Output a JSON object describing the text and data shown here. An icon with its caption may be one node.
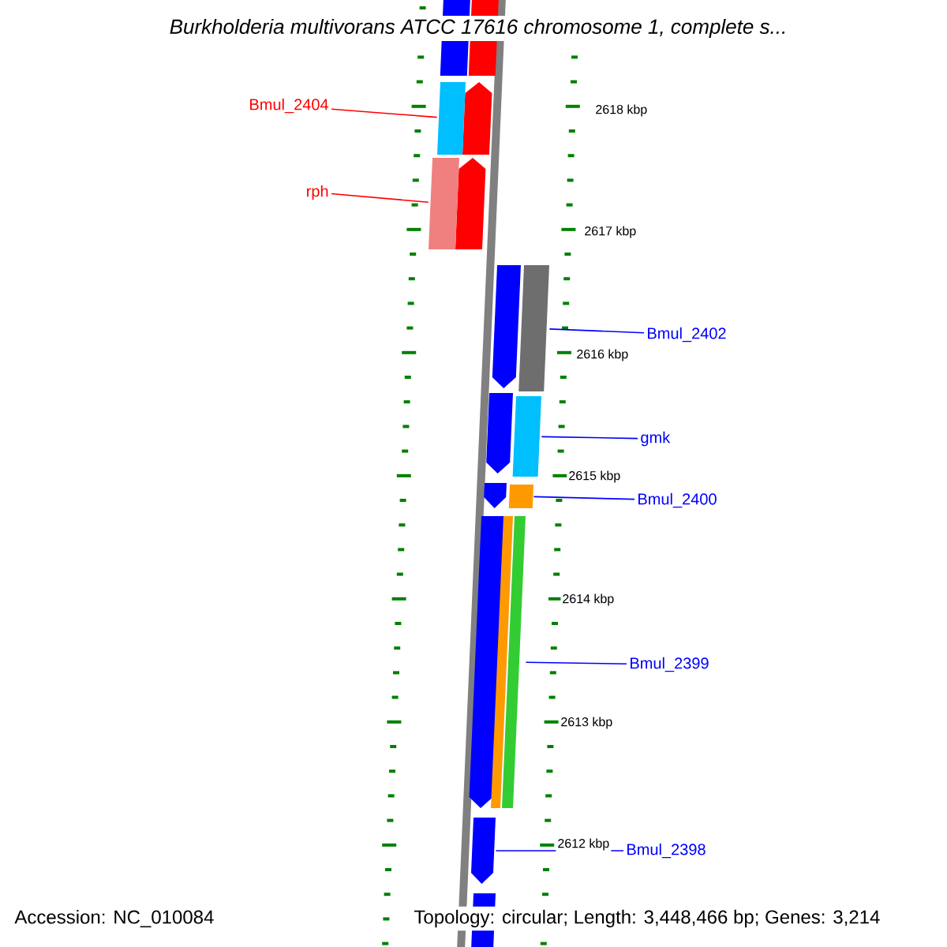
{
  "diagram": {
    "title": "Burkholderia multivorans ATCC 17616 chromosome 1, complete s...",
    "nodes": [
      {
        "text": [
          "Bmul_2404"
        ]
      },
      {
        "text": [
          "rph"
        ]
      },
      {
        "text": [
          "Bmul_2402"
        ]
      },
      {
        "text": [
          "gmk"
        ]
      },
      {
        "text": [
          "Bmul_2400"
        ]
      },
      {
        "text": [
          "Bmul_2399"
        ]
      },
      {
        "text": [
          "Bmul_2398"
        ]
      },
      {
        "text": [],
        "shape": "box"
      },
      {
        "text": [],
        "shape": "box"
      },
      {
        "text": [],
        "shape": "box"
      },
      {
        "text": [],
        "shape": "box"
      },
      {
        "text": [],
        "shape": "box"
      },
      {
        "text": [],
        "shape": "box"
      },
      {
        "text": [],
        "shape": "arrow"
      }
    ],
    "edges": [
      {
        "from": 0,
        "to": 7,
        "arrow": "none",
        "color": "#ff0000"
      },
      {
        "from": 1,
        "to": 8,
        "arrow": "none",
        "color": "#ff0000"
      },
      {
        "from": 2,
        "to": 9,
        "arrow": "none"
      },
      {
        "from": 3,
        "to": 10,
        "arrow": "none"
      },
      {
        "from": 4,
        "to": 11,
        "arrow": "none"
      },
      {
        "from": 5,
        "to": 12,
        "arrow": "none"
      },
      {
        "from": 6,
        "to": 13,
        "arrow": "none"
      }
    ],
    "labels": [
      "2618 kbp",
      "2617 kbp",
      "2616 kbp",
      "2615 kbp",
      "2614 kbp",
      "2613 kbp",
      "2612 kbp",
      "Accession: NC_010084",
      "Topology: circular; Length: 3,448,466 bp; Genes: 3,214"
    ]
  }
}
